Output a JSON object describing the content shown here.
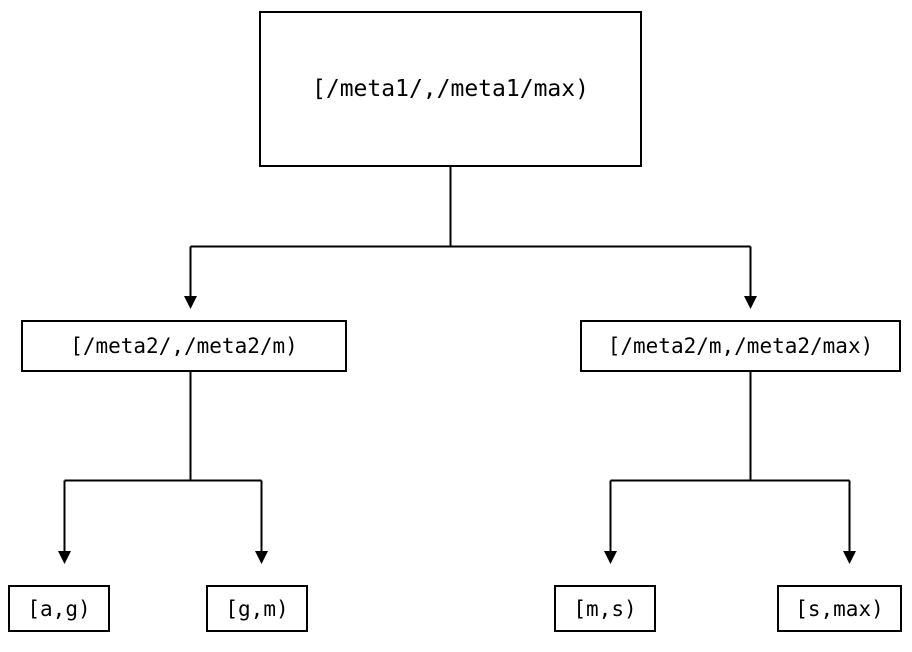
{
  "diagram": {
    "type": "binary-partition-tree",
    "background_color": "#ffffff",
    "line_color": "#000000",
    "text_color": "#000000",
    "nodes": {
      "root": {
        "label": "[/meta1/,/meta1/max)"
      },
      "level2": [
        {
          "label": "[/meta2/,/meta2/m)"
        },
        {
          "label": "[/meta2/m,/meta2/max)"
        }
      ],
      "leaves": [
        {
          "label": "[a,g)"
        },
        {
          "label": "[g,m)"
        },
        {
          "label": "[m,s)"
        },
        {
          "label": "[s,max)"
        }
      ]
    }
  }
}
